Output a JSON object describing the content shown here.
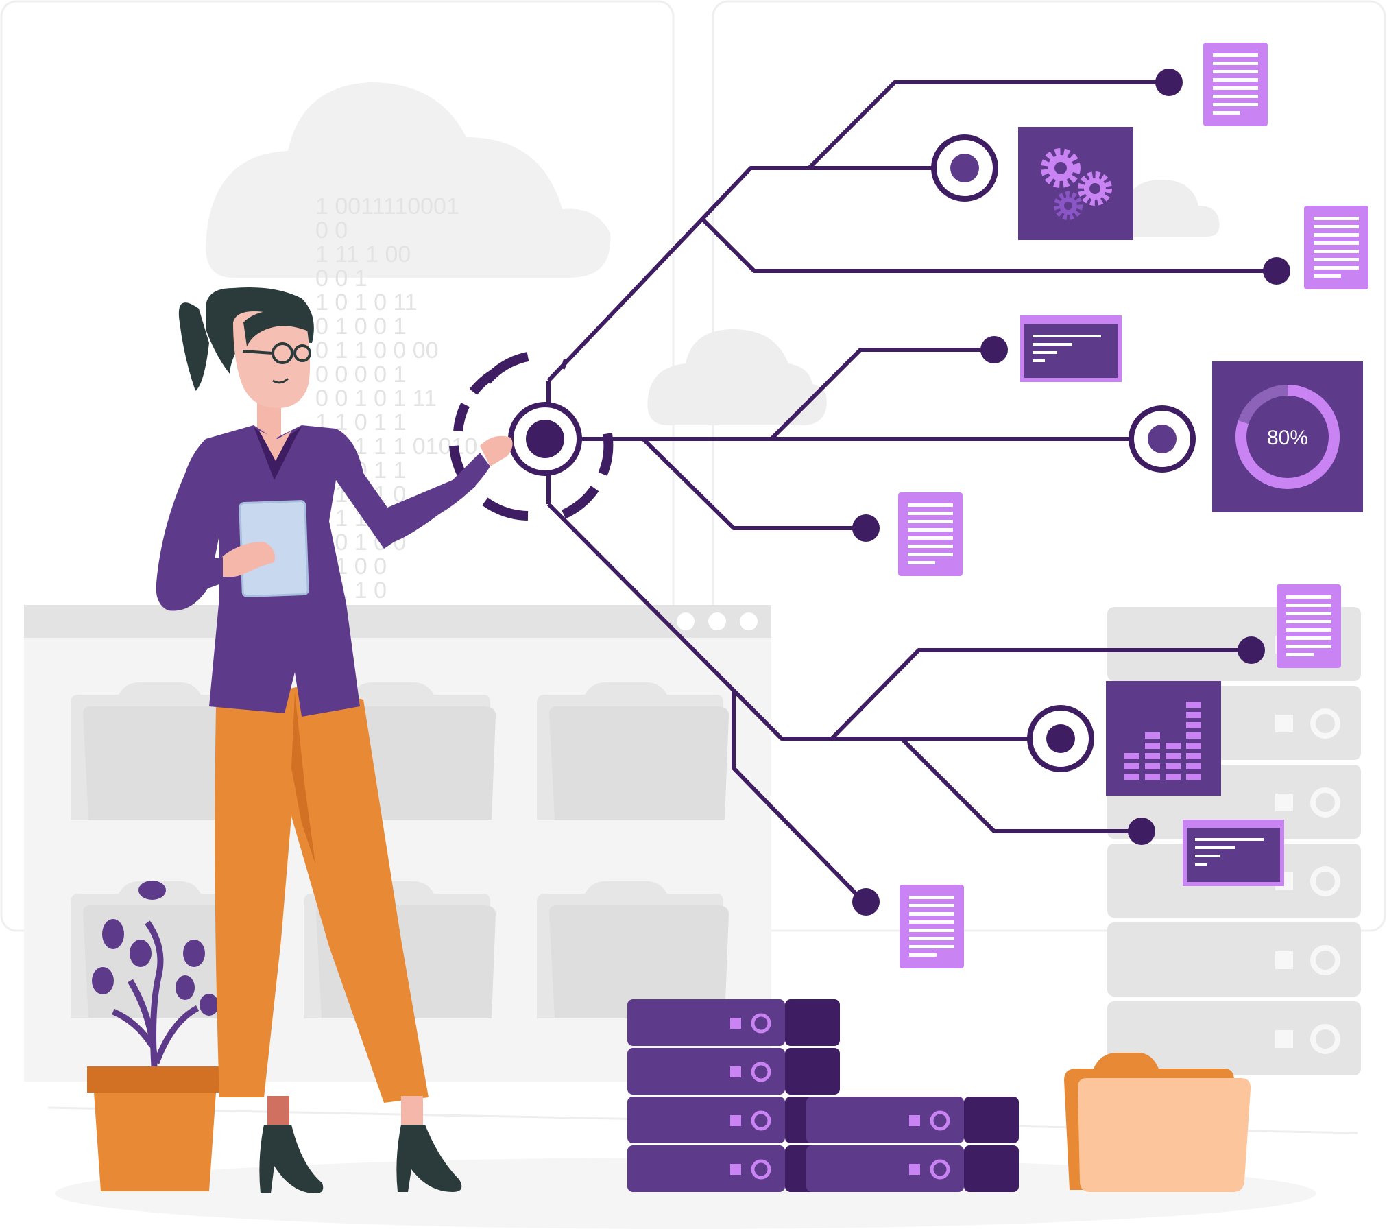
{
  "illustration": {
    "gauge_label": "80%",
    "binary_rows": [
      "1 0011110001",
      "0         0",
      "1 11     1     00",
      "0            0  1",
      "1 0        1  0  11",
      "0  1  0  0  1",
      "0  1  1  0  0  00",
      "0  0  0  0  1",
      "0  0  1  0  1  11",
      "1  1  0  1  1",
      "0  1  1  1  1  01010",
      "0  1  0  1  1",
      "1  1  1  1  0",
      "0  1  1  0  0",
      "1  0  1  0  0",
      "0  1  0  0",
      "1  1  1  0"
    ]
  },
  "colors": {
    "accent_dark": "#3f1d63",
    "accent": "#5e3a8a",
    "accent_light": "#c983f2",
    "orange": "#e88a35",
    "orange_dark": "#d27024",
    "peach": "#fcc59b",
    "gray_light": "#ececec",
    "gray": "#dcdcdc"
  }
}
